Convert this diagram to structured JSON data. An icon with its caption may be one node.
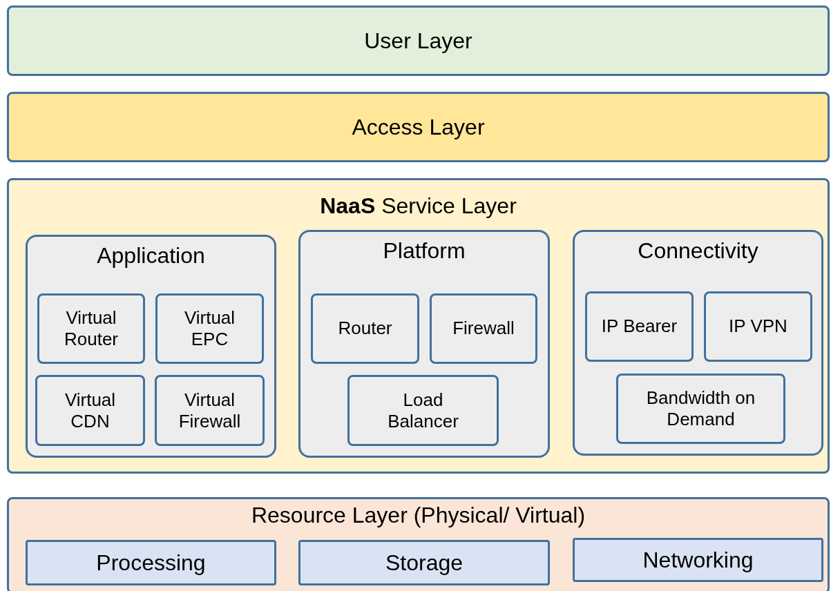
{
  "diagram": {
    "nodes": [
      {
        "text": [
          "User Layer"
        ]
      },
      {
        "text": [
          "Access Layer"
        ]
      },
      {
        "text": [
          "**NaaS** Service Layer"
        ]
      },
      {
        "text": [
          "Application"
        ],
        "in": 2
      },
      {
        "text": [
          "Virtual Router"
        ],
        "in": 3
      },
      {
        "text": [
          "Virtual EPC"
        ],
        "in": 3
      },
      {
        "text": [
          "Virtual CDN"
        ],
        "in": 3
      },
      {
        "text": [
          "Virtual Firewall"
        ],
        "in": 3
      },
      {
        "text": [
          "Platform"
        ],
        "in": 2
      },
      {
        "text": [
          "Router"
        ],
        "in": 8
      },
      {
        "text": [
          "Firewall"
        ],
        "in": 8
      },
      {
        "text": [
          "Load Balancer"
        ],
        "in": 8
      },
      {
        "text": [
          "Connectivity"
        ],
        "in": 2
      },
      {
        "text": [
          "IP Bearer"
        ],
        "in": 12
      },
      {
        "text": [
          "IP VPN"
        ],
        "in": 12
      },
      {
        "text": [
          "Bandwidth on Demand"
        ],
        "in": 12
      },
      {
        "text": [
          "Resource Layer (Physical/ Virtual)"
        ]
      },
      {
        "text": [
          "Processing"
        ],
        "in": 16
      },
      {
        "text": [
          "Storage"
        ],
        "in": 16
      },
      {
        "text": [
          "Networking"
        ],
        "in": 16
      }
    ],
    "edges": []
  }
}
